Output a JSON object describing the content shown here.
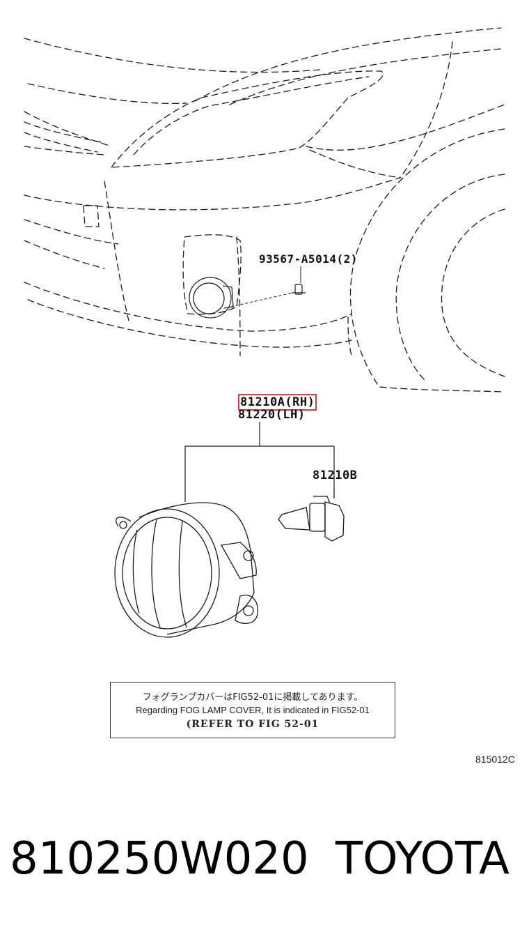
{
  "labels": {
    "clip_part": "93567-A5014(2)",
    "fog_lamp_rh": "81210A(RH)",
    "fog_lamp_lh": "81220(LH)",
    "bulb": "81210B"
  },
  "note": {
    "japanese": "フォグランプカバーはFIG52-01に掲載してあります。",
    "english": "Regarding FOG LAMP COVER, It is indicated in FIG52-01",
    "reference": "(REFER TO FIG 52-01"
  },
  "figure_code": "815012C",
  "part_number": "810250W020",
  "brand": "TOYOTA",
  "colors": {
    "line": "#1a1a1a",
    "highlight": "#e23b3b"
  }
}
